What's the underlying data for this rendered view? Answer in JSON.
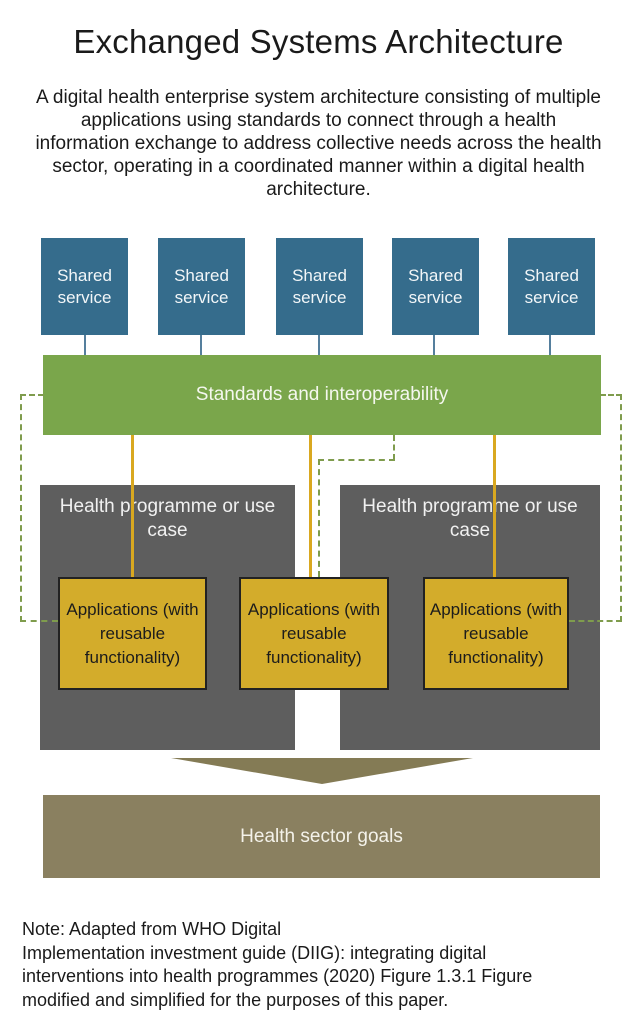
{
  "page": {
    "title": "Exchanged Systems Architecture",
    "description": "A digital health enterprise system architecture consisting of multiple applications using standards to connect through a health information exchange to address collective needs across the health sector, operating in a coordinated manner within a digital health architecture."
  },
  "diagram": {
    "shared_services": [
      "Shared service",
      "Shared service",
      "Shared service",
      "Shared service",
      "Shared service"
    ],
    "standards_bar": "Standards and interoperability",
    "programmes": [
      "Health programme or use case",
      "Health programme or use case"
    ],
    "applications": [
      "Applications (with reusable functionality)",
      "Applications (with reusable functionality)",
      "Applications (with reusable functionality)"
    ],
    "goals_bar": "Health sector goals"
  },
  "note": {
    "lines": [
      "Note: Adapted from WHO Digital",
      "Implementation investment guide (DIIG): integrating digital",
      "interventions into health programmes (2020) Figure 1.3.1 Figure",
      "modified and simplified for the purposes of this paper."
    ]
  },
  "colors": {
    "blue": "#356C8C",
    "blue-line": "#557F9D",
    "green": "#7AA64B",
    "gold": "#D9A820",
    "yellow": "#D3AC2B",
    "gray": "#5E5E5E",
    "khaki": "#8A8060",
    "arrow": "#847B55",
    "dash": "#7F9C4D",
    "text-dark": "#1A1A1A"
  }
}
